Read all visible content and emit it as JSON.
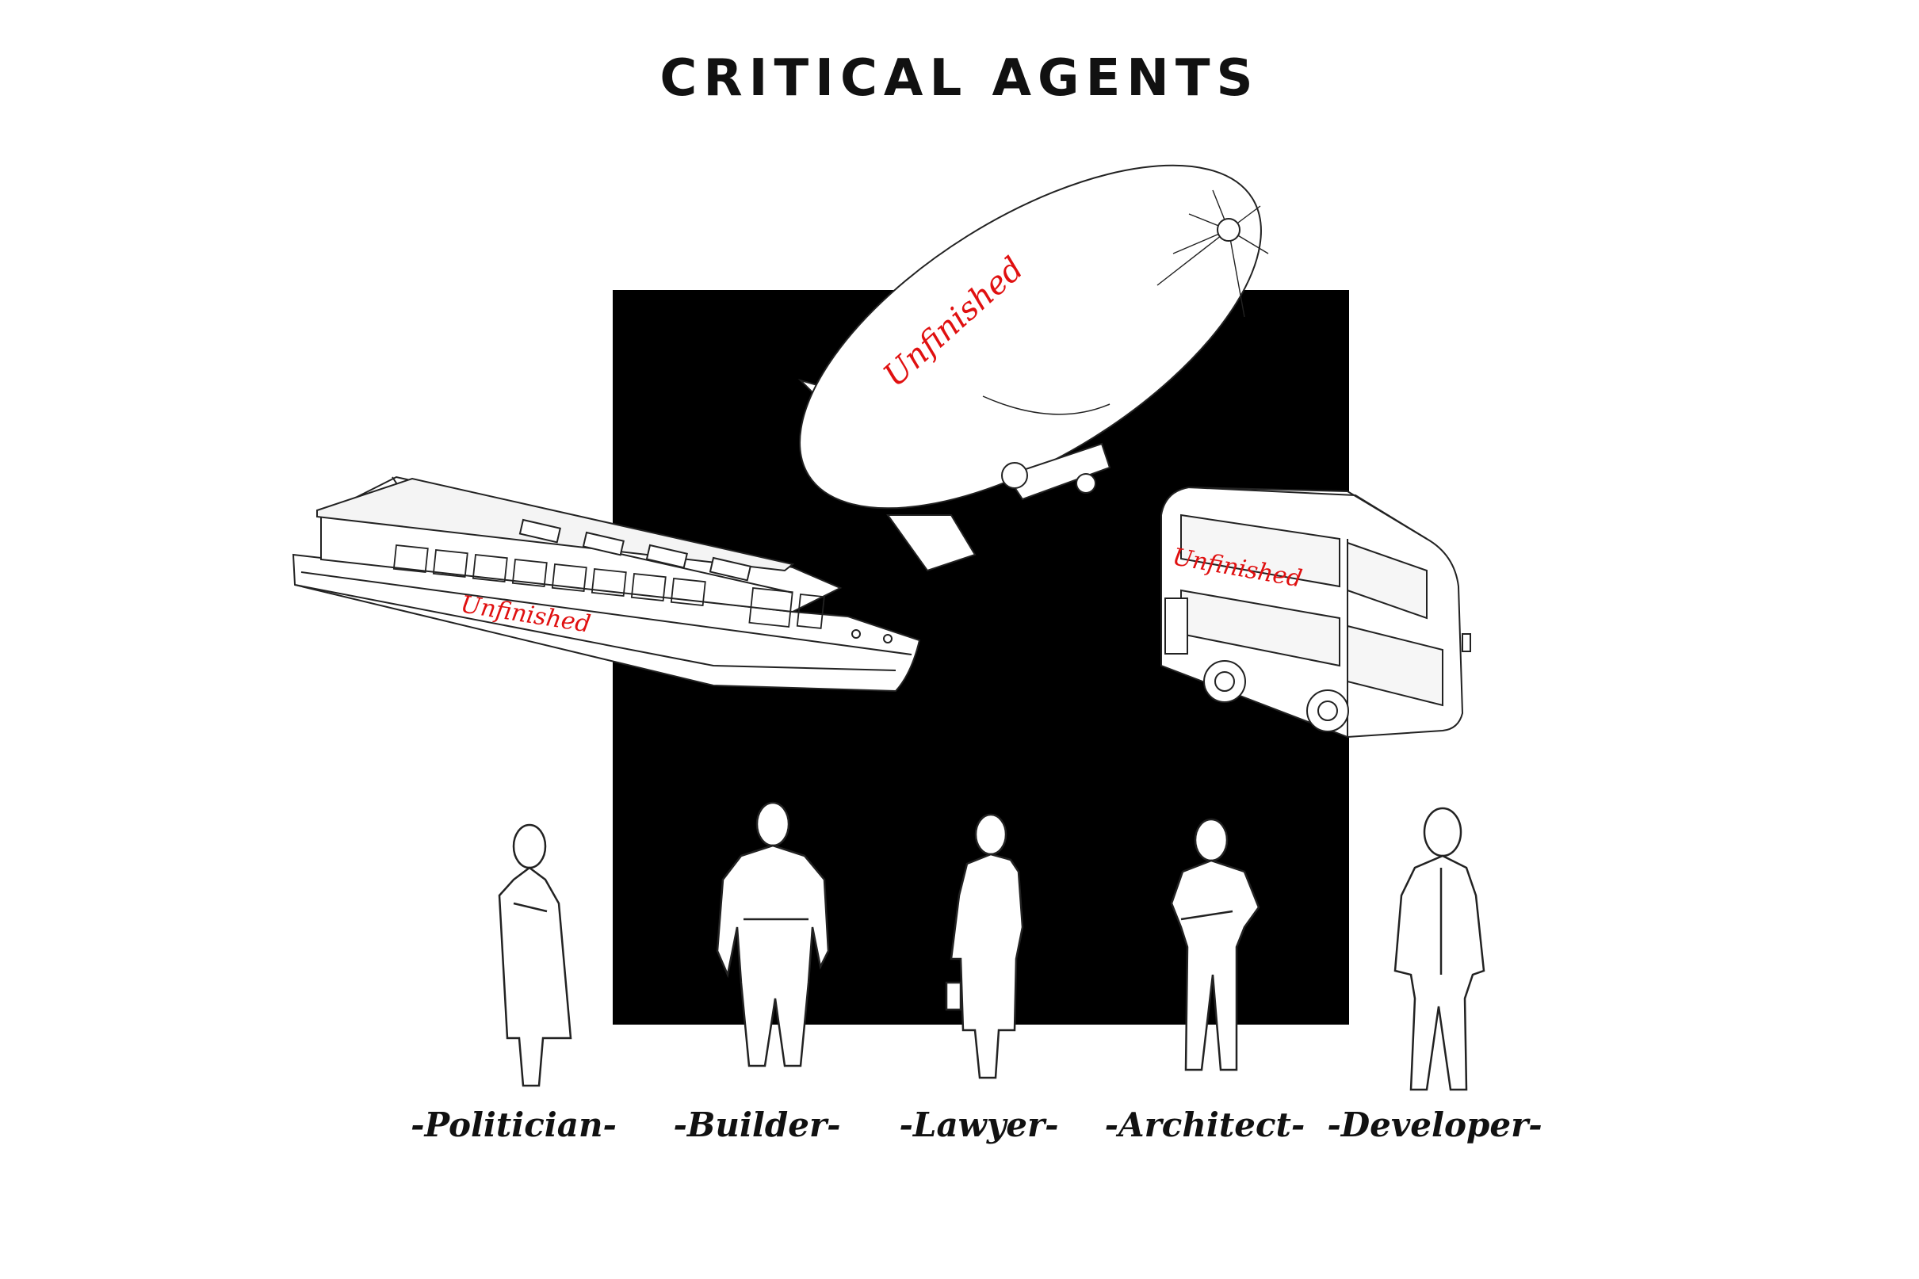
{
  "title": "CRITICAL AGENTS",
  "vehicles": [
    {
      "name": "boat",
      "label": "Unfinished"
    },
    {
      "name": "blimp",
      "label": "Unfinished"
    },
    {
      "name": "bus",
      "label": "Unfinished"
    }
  ],
  "agents": [
    {
      "label": "-Politician-"
    },
    {
      "label": "-Builder-"
    },
    {
      "label": "-Lawyer-"
    },
    {
      "label": "-Architect-"
    },
    {
      "label": "-Developer-"
    }
  ],
  "colors": {
    "background": "#ffffff",
    "square": "#000000",
    "label_accent": "#e01010"
  }
}
